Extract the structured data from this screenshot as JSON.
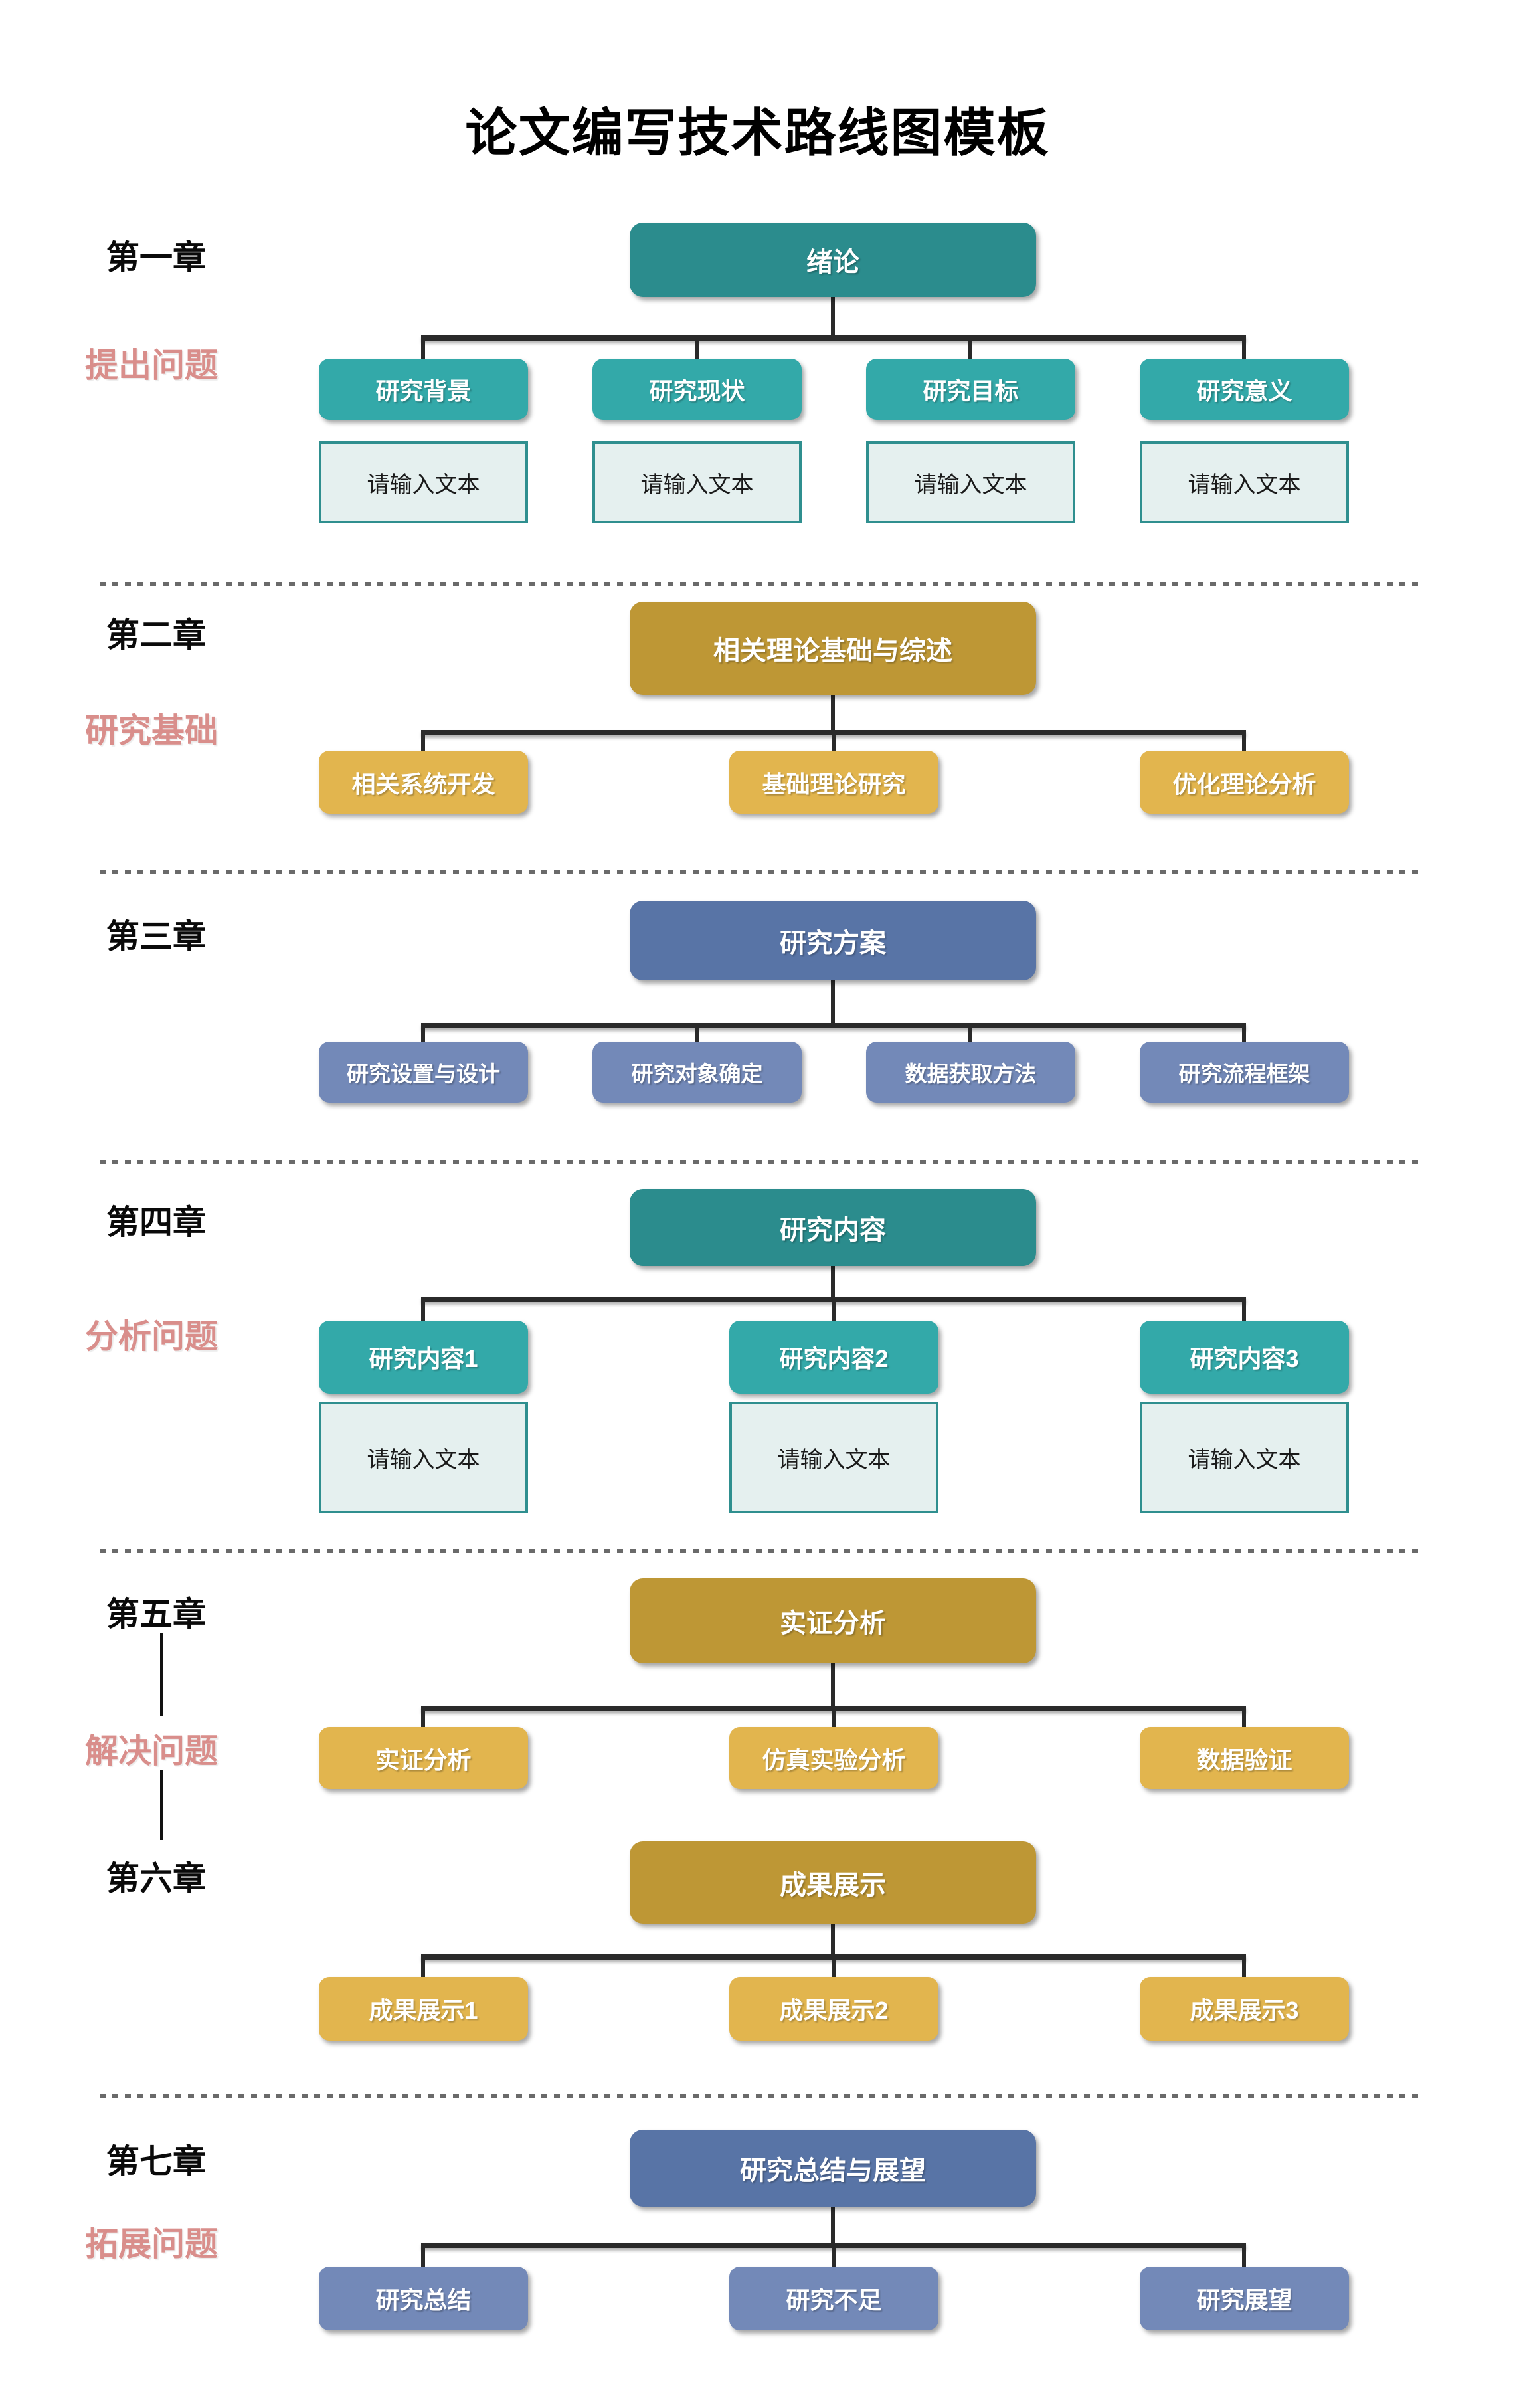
{
  "title": "论文编写技术路线图模板",
  "colors": {
    "teal_dark": "#2B8C8D",
    "teal_light": "#33A9A9",
    "gold_dark": "#BE9735",
    "gold_light": "#E2B54E",
    "blue_dark": "#5874A6",
    "blue_light": "#7389B8",
    "pink_label": "#D98E8B",
    "placeholder_bg": "#E5F0EF",
    "placeholder_border": "#2F8F8F",
    "connector": "#2A2A2A",
    "divider": "#6A6A6A",
    "title_color": "#000000"
  },
  "chapters": [
    {
      "label": "第一章",
      "side_label": "提出问题",
      "root": "绪论",
      "theme": "teal",
      "children": [
        "研究背景",
        "研究现状",
        "研究目标",
        "研究意义"
      ],
      "placeholders": [
        "请输入文本",
        "请输入文本",
        "请输入文本",
        "请输入文本"
      ]
    },
    {
      "label": "第二章",
      "side_label": "研究基础",
      "root": "相关理论基础与综述",
      "theme": "gold",
      "children": [
        "相关系统开发",
        "基础理论研究",
        "优化理论分析"
      ],
      "placeholders": []
    },
    {
      "label": "第三章",
      "side_label": "",
      "root": "研究方案",
      "theme": "blue",
      "children": [
        "研究设置与设计",
        "研究对象确定",
        "数据获取方法",
        "研究流程框架"
      ],
      "placeholders": []
    },
    {
      "label": "第四章",
      "side_label": "分析问题",
      "root": "研究内容",
      "theme": "teal",
      "children": [
        "研究内容1",
        "研究内容2",
        "研究内容3"
      ],
      "placeholders": [
        "请输入文本",
        "请输入文本",
        "请输入文本"
      ]
    },
    {
      "label": "第五章",
      "side_label": "解决问题",
      "root": "实证分析",
      "theme": "gold",
      "children": [
        "实证分析",
        "仿真实验分析",
        "数据验证"
      ],
      "placeholders": []
    },
    {
      "label": "第六章",
      "side_label": "",
      "root": "成果展示",
      "theme": "gold",
      "children": [
        "成果展示1",
        "成果展示2",
        "成果展示3"
      ],
      "placeholders": []
    },
    {
      "label": "第七章",
      "side_label": "拓展问题",
      "root": "研究总结与展望",
      "theme": "blue",
      "children": [
        "研究总结",
        "研究不足",
        "研究展望"
      ],
      "placeholders": []
    }
  ]
}
